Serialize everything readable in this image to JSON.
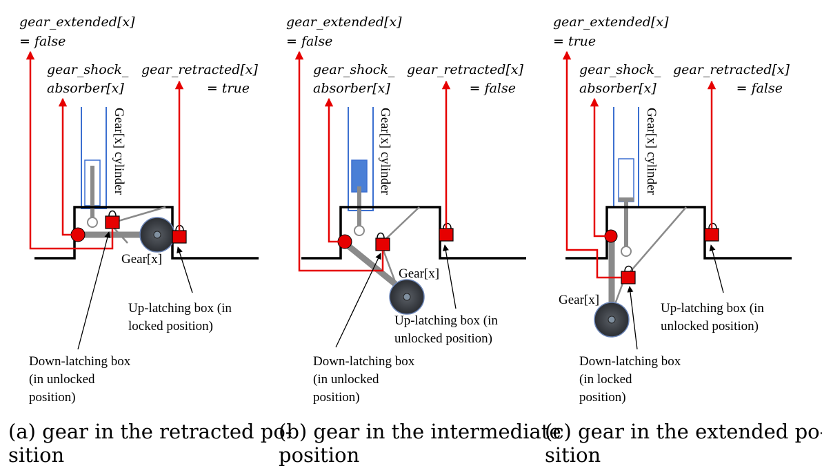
{
  "panels": [
    {
      "extended_label": "gear_extended[x]",
      "extended_value": "= false",
      "shock_label_1": "gear_shock_",
      "shock_label_2": "absorber[x]",
      "retracted_label": "gear_retracted[x]",
      "retracted_value": "= true",
      "cylinder_label": "Gear[x] cylinder",
      "gear_label": "Gear[x]",
      "up_box_1": "Up-latching box (in",
      "up_box_2": "locked position)",
      "down_box_1": "Down-latching box",
      "down_box_2": "(in unlocked",
      "down_box_3": "position)",
      "caption_1": "(a) gear in the retracted po-",
      "caption_2": "sition"
    },
    {
      "extended_label": "gear_extended[x]",
      "extended_value": "= false",
      "shock_label_1": "gear_shock_",
      "shock_label_2": "absorber[x]",
      "retracted_label": "gear_retracted[x]",
      "retracted_value": "= false",
      "cylinder_label": "Gear[x] cylinder",
      "gear_label": "Gear[x]",
      "up_box_1": "Up-latching box (in",
      "up_box_2": "unlocked position)",
      "down_box_1": "Down-latching box",
      "down_box_2": "(in unlocked",
      "down_box_3": "position)",
      "caption_1": "(b) gear in the intermediate",
      "caption_2": "position"
    },
    {
      "extended_label": "gear_extended[x]",
      "extended_value": "= true",
      "shock_label_1": "gear_shock_",
      "shock_label_2": "absorber[x]",
      "retracted_label": "gear_retracted[x]",
      "retracted_value": "= false",
      "cylinder_label": "Gear[x] cylinder",
      "gear_label": "Gear[x]",
      "up_box_1": "Up-latching box (in",
      "up_box_2": "unlocked position)",
      "down_box_1": "Down-latching box",
      "down_box_2": "(in locked",
      "down_box_3": "position)",
      "caption_1": "(c) gear in the extended po-",
      "caption_2": "sition"
    }
  ],
  "colors": {
    "signal": "#e60000",
    "latch_box": "#e60000",
    "cylinder_outline": "#3b6fd0",
    "piston_fill": "#4a7fd6",
    "arm": "#8a8a8a",
    "wheel": "#3c3f44"
  }
}
